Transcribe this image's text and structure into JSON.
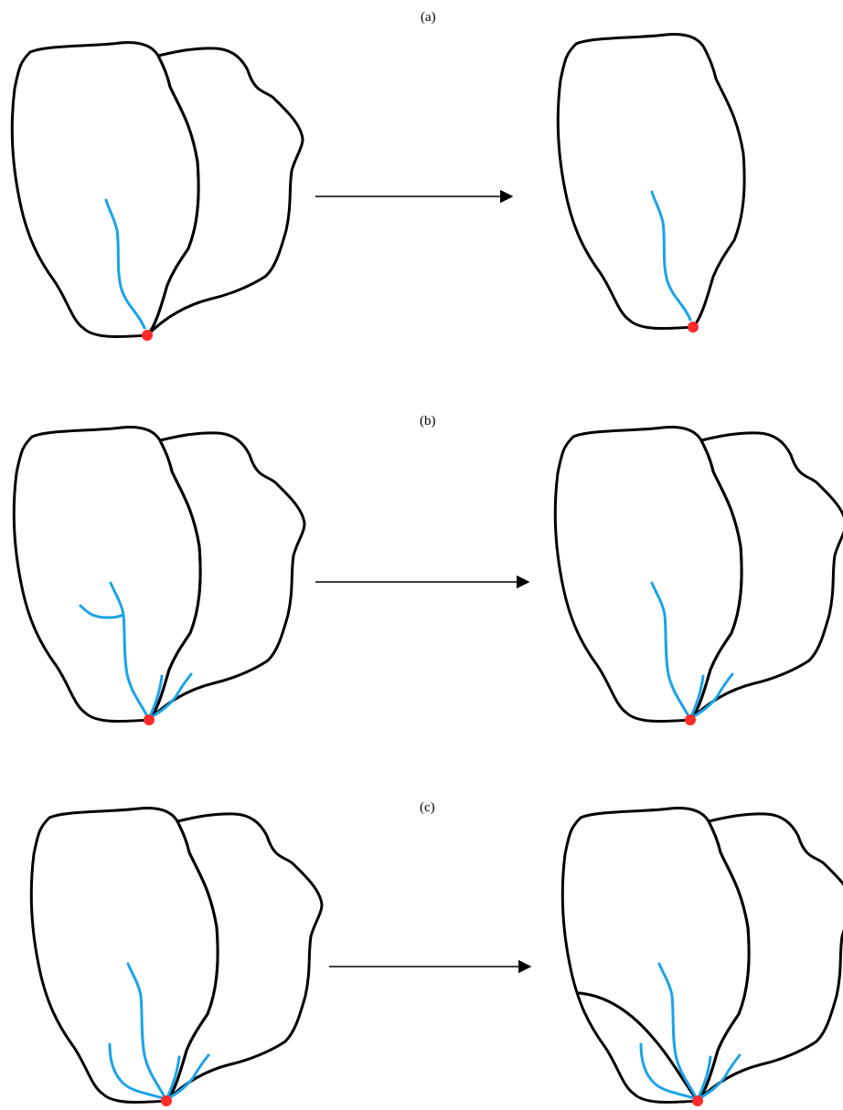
{
  "panels": [
    {
      "label": "(a)"
    },
    {
      "label": "(b)"
    },
    {
      "label": "(c)"
    }
  ],
  "colors": {
    "boundary": "#000000",
    "stream": "#1aa3e8",
    "outlet": "#ff2a2a",
    "background": "#ffffff"
  },
  "icons": {
    "arrow": "right-arrow-icon",
    "outlet": "outlet-point-icon"
  }
}
